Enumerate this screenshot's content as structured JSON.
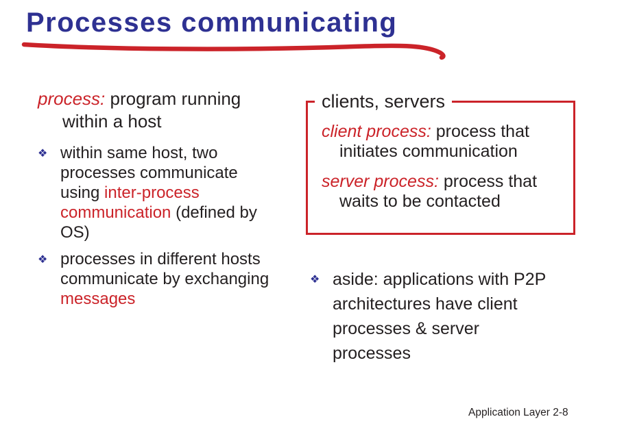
{
  "colors": {
    "navy": "#2E3192",
    "red": "#CB2329",
    "text": "#231F20",
    "background": "#FFFFFF"
  },
  "icons": {
    "bullet_diamond": "❖"
  },
  "title": "Processes communicating",
  "left": {
    "definition": {
      "term": "process:",
      "rest": " program running within a host"
    },
    "bullet1": {
      "pre": "within same host, two processes communicate using ",
      "red": "inter-process communication",
      "post": " (defined by OS)"
    },
    "bullet2": {
      "pre": "processes in different hosts communicate by exchanging ",
      "red": "messages",
      "post": ""
    }
  },
  "right": {
    "box": {
      "label": "clients, servers",
      "client": {
        "term": "client process:",
        "rest": " process that initiates communication"
      },
      "server": {
        "term": "server process:",
        "rest": " process that waits to be contacted"
      }
    },
    "aside": {
      "text": "aside: applications with P2P architectures have client processes & server processes"
    }
  },
  "footer": "Application Layer 2-8"
}
